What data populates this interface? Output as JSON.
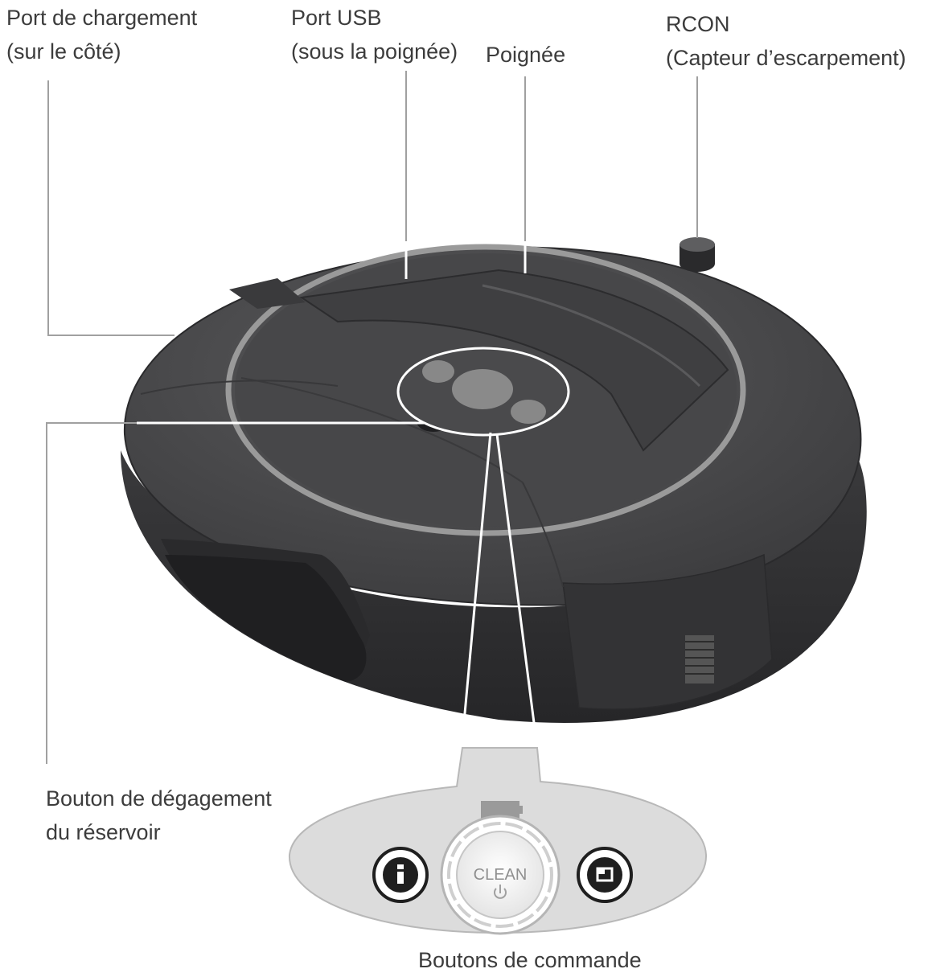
{
  "labels": {
    "charging_port": {
      "line1": "Port de chargement",
      "line2": "(sur le côté)"
    },
    "usb_port": {
      "line1": "Port USB",
      "line2": "(sous la poignée)"
    },
    "handle": {
      "line1": "Poignée"
    },
    "rcon": {
      "line1": "RCON",
      "line2": "(Capteur d’escarpement)"
    },
    "tank_release": {
      "line1": "Bouton de dégagement",
      "line2": "du réservoir"
    },
    "controls": {
      "line1": "Boutons de commande"
    }
  },
  "panel": {
    "clean_label": "CLEAN"
  },
  "colors": {
    "body": "#4a4a4c",
    "body_dark": "#2e2e30",
    "ring": "#9a9a9a",
    "panel_fill": "#dcdcdc",
    "leader": "#9c9c9c"
  }
}
